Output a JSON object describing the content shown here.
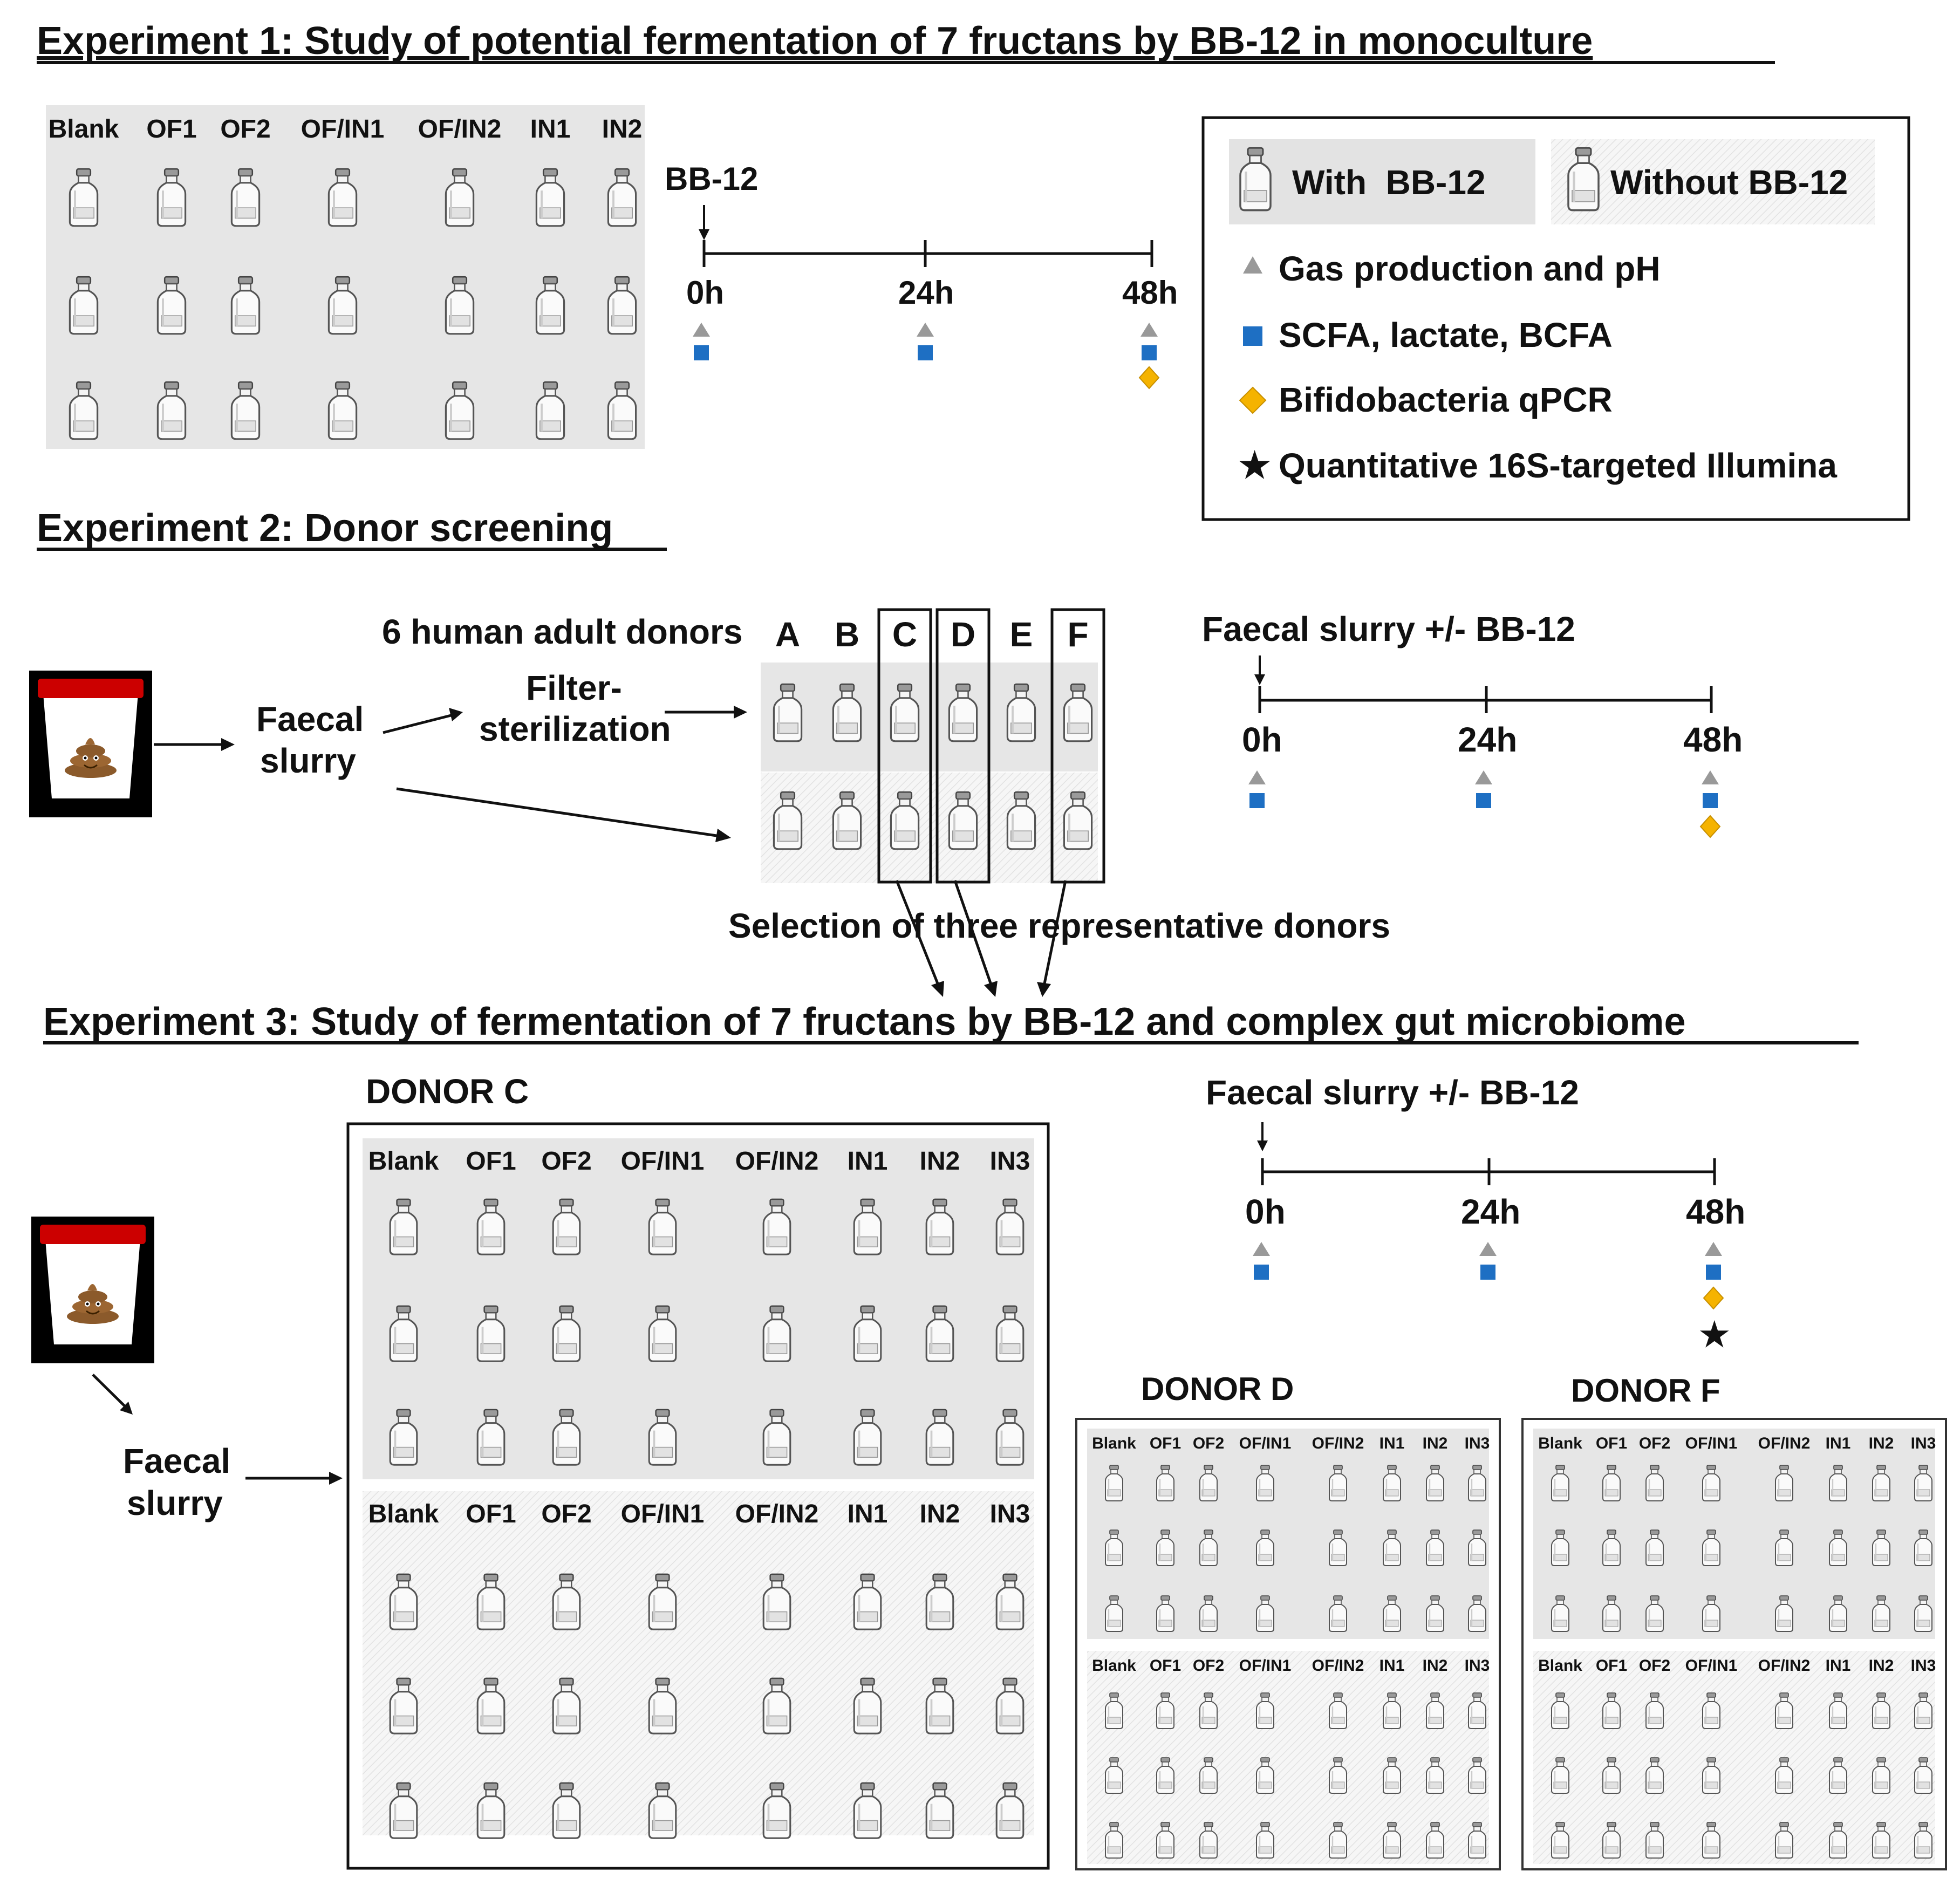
{
  "experiment1": {
    "heading": "Experiment 1: Study of potential fermentation of 7 fructans by BB-12 in monoculture",
    "plate_columns": [
      "Blank",
      "OF1",
      "OF2",
      "OF/IN1",
      "OF/IN2",
      "IN1",
      "IN2"
    ],
    "arrow_label": "BB-12",
    "time_labels": [
      "0h",
      "24h",
      "48h"
    ]
  },
  "legend": {
    "with_label": "With  BB-12",
    "without_label": "Without BB-12",
    "items": [
      {
        "icon": "triangle-icon",
        "color": "#999999",
        "label": "Gas production and pH"
      },
      {
        "icon": "square-icon",
        "color": "#1e6fc3",
        "label": "SCFA, lactate, BCFA"
      },
      {
        "icon": "diamond-icon",
        "color": "#f5b300",
        "label": "Bifidobacteria qPCR"
      },
      {
        "icon": "star-icon",
        "color": "#111111",
        "label": "Quantitative 16S-targeted Illumina"
      }
    ]
  },
  "experiment2": {
    "heading": "Experiment 2: Donor screening",
    "slurry_label_1": "Faecal",
    "slurry_label_2": "slurry",
    "filter_label_1": "Filter-",
    "filter_label_2": "sterilization",
    "donors_label": "6 human adult donors",
    "donors": [
      "A",
      "B",
      "C",
      "D",
      "E",
      "F"
    ],
    "selection_label": "Selection of three representative donors",
    "timeline_label": "Faecal slurry +/- BB-12",
    "time_labels": [
      "0h",
      "24h",
      "48h"
    ]
  },
  "experiment3": {
    "heading": "Experiment 3: Study of fermentation of 7 fructans by BB-12 and complex gut microbiome",
    "slurry_label_1": "Faecal",
    "slurry_label_2": "slurry",
    "plate_columns": [
      "Blank",
      "OF1",
      "OF2",
      "OF/IN1",
      "OF/IN2",
      "IN1",
      "IN2",
      "IN3"
    ],
    "donor_c": "DONOR C",
    "donor_d": "DONOR D",
    "donor_f": "DONOR F",
    "timeline_label": "Faecal slurry +/- BB-12",
    "time_labels": [
      "0h",
      "24h",
      "48h"
    ]
  },
  "colors": {
    "panel_with": "#e6e6e6",
    "triangle": "#999999",
    "square": "#1e6fc3",
    "diamond": "#f5b300",
    "cup_lid": "#cc0000",
    "poop": "#8b5a2b"
  }
}
